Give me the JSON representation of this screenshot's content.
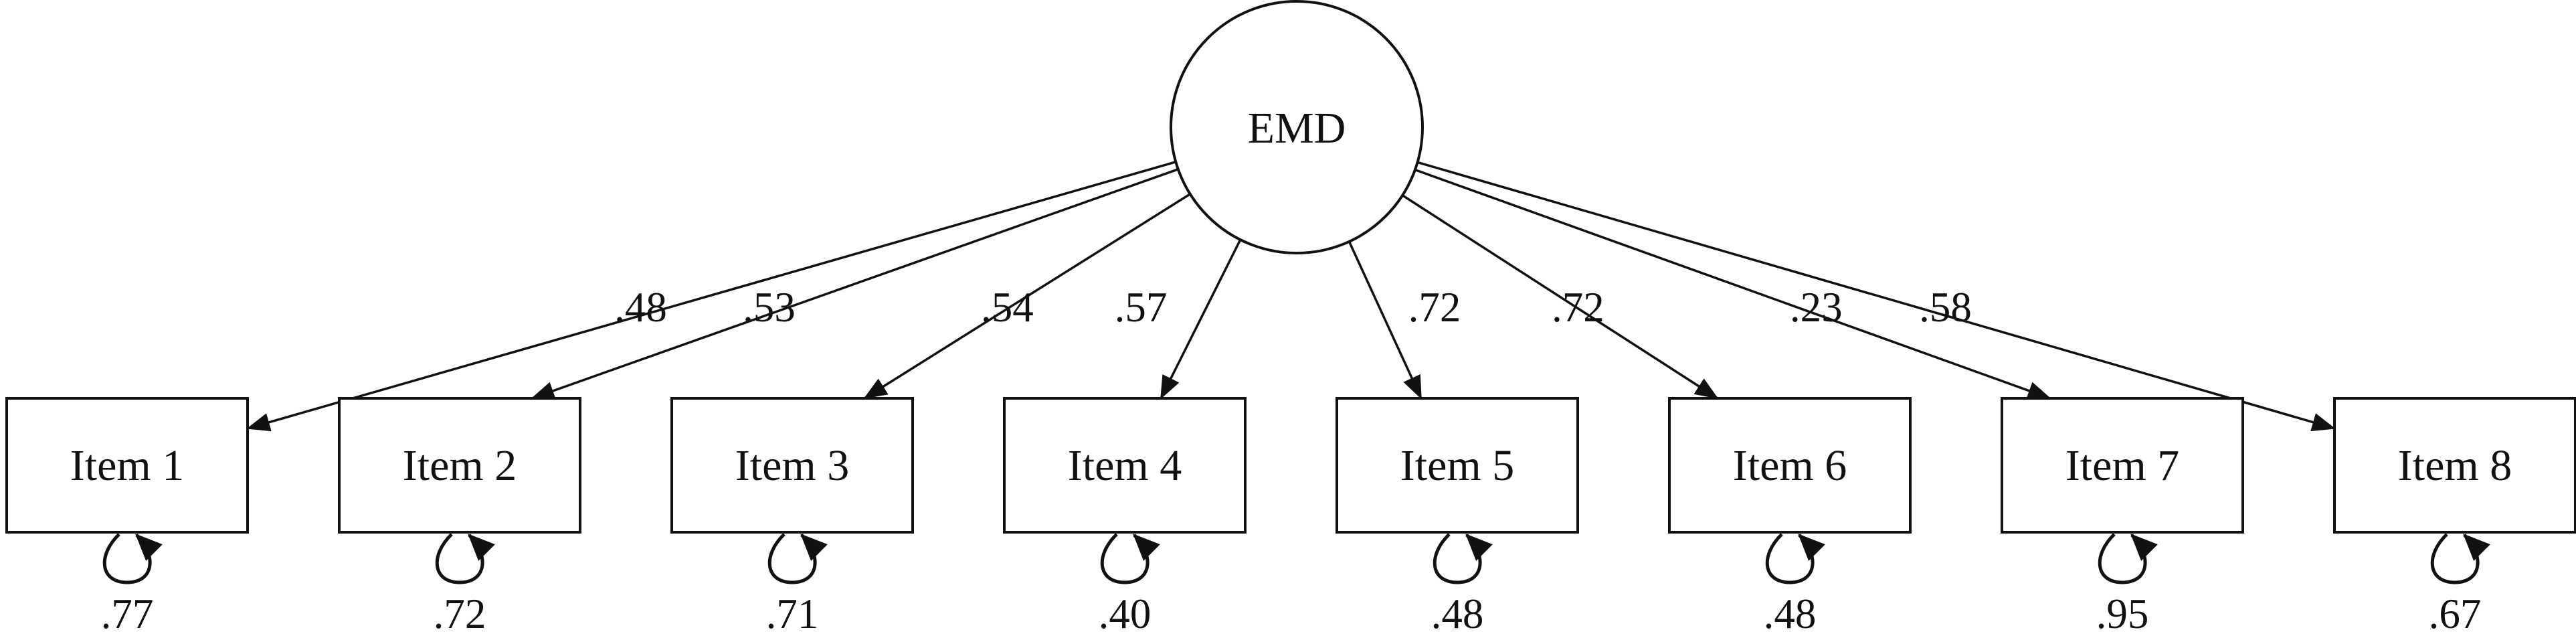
{
  "latent": {
    "label": "EMD"
  },
  "items": [
    {
      "label": "Item 1",
      "loading": ".48",
      "residual": ".77"
    },
    {
      "label": "Item 2",
      "loading": ".53",
      "residual": ".72"
    },
    {
      "label": "Item 3",
      "loading": ".54",
      "residual": ".71"
    },
    {
      "label": "Item 4",
      "loading": ".57",
      "residual": ".40"
    },
    {
      "label": "Item 5",
      "loading": ".72",
      "residual": ".48"
    },
    {
      "label": "Item 6",
      "loading": ".72",
      "residual": ".48"
    },
    {
      "label": "Item 7",
      "loading": ".23",
      "residual": ".95"
    },
    {
      "label": "Item 8",
      "loading": ".58",
      "residual": ".67"
    }
  ],
  "colors": {
    "stroke": "#111111",
    "background": "#ffffff"
  }
}
